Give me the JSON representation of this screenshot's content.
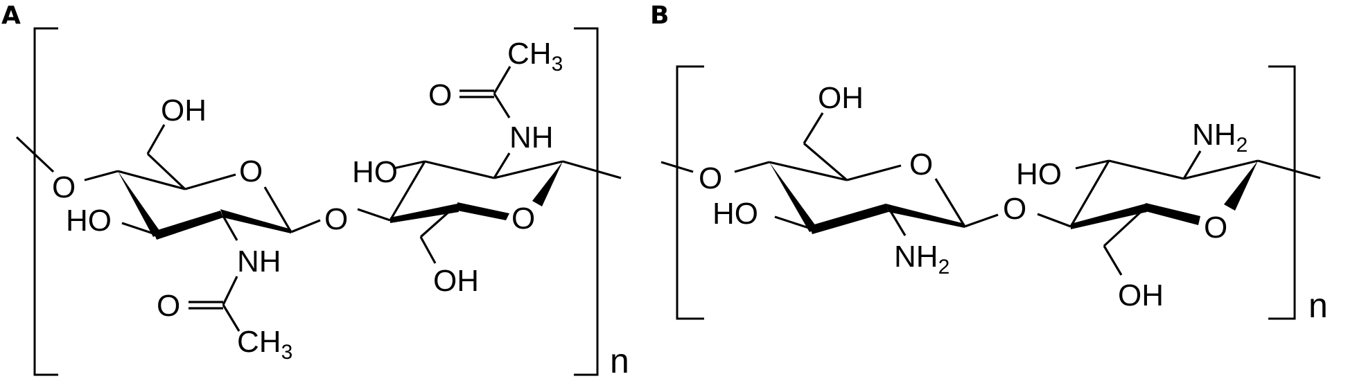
{
  "figure": {
    "panels": [
      {
        "label": "A",
        "polymer_subscript": "n",
        "atoms": {
          "ring1_oh_top": "OH",
          "ring1_ho_left": "HO",
          "ring1_link_o": "O",
          "ring1_ring_o": "O",
          "ring1_nh": "NH",
          "ring1_carbonyl_o": "O",
          "ring1_ch3": "CH",
          "ring1_ch3_sub": "3",
          "glyco_o": "O",
          "ring2_ho": "HO",
          "ring2_ring_o": "O",
          "ring2_oh_bottom": "OH",
          "ring2_nh": "NH",
          "ring2_carbonyl_o": "O",
          "ring2_ch3": "CH",
          "ring2_ch3_sub": "3"
        }
      },
      {
        "label": "B",
        "polymer_subscript": "n",
        "atoms": {
          "ring1_oh_top": "OH",
          "ring1_ho_left": "HO",
          "ring1_link_o": "O",
          "ring1_ring_o": "O",
          "ring1_nh2": "NH",
          "ring1_nh2_sub": "2",
          "glyco_o": "O",
          "ring2_ho": "HO",
          "ring2_ring_o": "O",
          "ring2_oh_bottom": "OH",
          "ring2_nh2": "NH",
          "ring2_nh2_sub": "2"
        }
      }
    ]
  }
}
